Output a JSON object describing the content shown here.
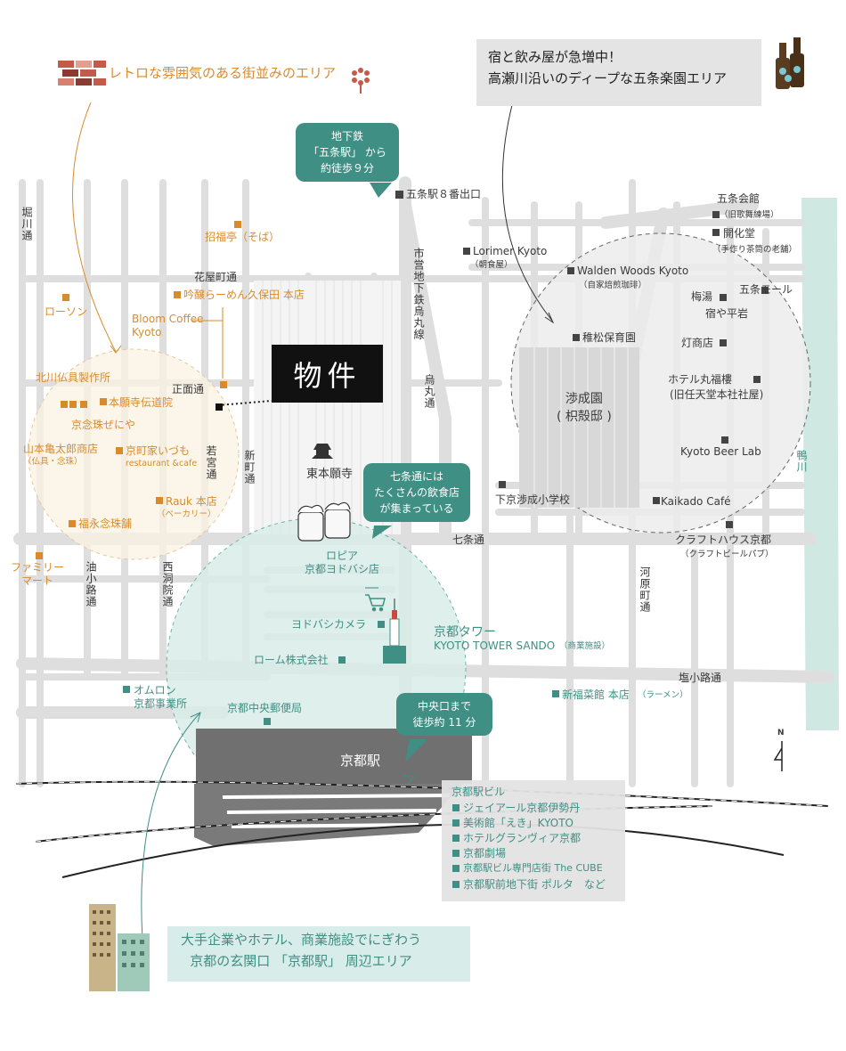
{
  "headers": {
    "retro_area": "レトロな雰囲気のある街並みのエリア",
    "gojo_area": "宿と飲み屋が急増中！\n高瀬川沿いのディープな五条楽園エリア",
    "station_area": "大手企業やホテル、商業施設でにぎわう\n京都の玄関口 「京都駅」 周辺エリア"
  },
  "callouts": {
    "gojo_walk": "地下鉄\n「五条駅」 から\n約徒歩９分",
    "shichijo": "七条通には\nたくさんの飲食店\nが集まっている",
    "chuo_walk": "中央口まで\n徒歩約 11 分"
  },
  "property_label": "物件",
  "streets": {
    "horikawa": "堀川通",
    "hanayacho": "花屋町通",
    "shomen": "正面通",
    "wakamiya": "若宮通",
    "shinmachi": "新町通",
    "shichijo": "七条通",
    "aburanokoji": "油小路通",
    "nishinotoin": "西洞院通",
    "karasuma_subway": "市営地下鉄烏丸線",
    "karasuma": "烏丸通",
    "kawaramachi": "河原町通",
    "shiokoji": "塩小路通",
    "kamogawa": "鴨川"
  },
  "places_orange": {
    "shofukutei": "招福亭（そば）",
    "ginrei": "吟醸らーめん久保田 本店",
    "bloom": "Bloom Coffee\nKyoto",
    "lawson": "ローソン",
    "kitagawa": "北川仏具製作所",
    "honganji_dendo": "本願寺伝道院",
    "keinen": "京念珠ぜにや",
    "yamamoto": "山本亀太郎商店",
    "yamamoto_sub": "（仏具・念珠）",
    "izumo": "京町家いづも",
    "izumo_sub": "restaurant &cafe",
    "rauk": "Rauk 本店",
    "rauk_sub": "（ベーカリー）",
    "fukunaga": "福永念珠舗",
    "familymart": "ファミリー\nマート"
  },
  "places_gray": {
    "gojo_exit": "五条駅８番出口",
    "lorimer": "Lorimer Kyoto",
    "lorimer_sub": "（朝食屋）",
    "walden": "Walden Woods Kyoto",
    "walden_sub": "（自家焙煎珈琲）",
    "gojo_kaikan": "五条会館",
    "gojo_kaikan_sub": "（旧歌舞練場）",
    "kaikado": "開化堂",
    "kaikado_sub": "（手作り茶筒の老舗）",
    "umeyu": "梅湯",
    "gojo_mall": "五条モール",
    "yado_hiraiwa": "宿や平岩",
    "chisho": "稚松保育園",
    "tomoshibi": "灯商店",
    "maruhukuro": "ホテル丸福樓",
    "maruhukuro_sub": "(旧任天堂本社社屋)",
    "shoseien": "渉成園\n( 枳殻邸 )",
    "beerlab": "Kyoto Beer Lab",
    "shimokyo": "下京渉成小学校",
    "kaikado_cafe": "Kaikado Café",
    "crafthouse": "クラフトハウス京都",
    "crafthouse_sub": "（クラフトビールパブ）",
    "higashihonganji": "東本願寺",
    "kyoto_station": "京都駅"
  },
  "places_teal": {
    "lopia": "ロピア\n京都ヨドバシ店",
    "yodobashi": "ヨドバシカメラ",
    "rohm": "ローム株式会社",
    "tower": "京都タワー",
    "tower_sando": "KYOTO TOWER SANDO",
    "tower_sando_sub": "（商業施設）",
    "omron": "オムロン\n京都事業所",
    "post": "京都中央郵便局",
    "shinpukusaikan": "新福菜館 本店",
    "shinpukusaikan_sub": "（ラーメン）"
  },
  "station_list": {
    "title": "京都駅ビル",
    "items": [
      "ジェイアール京都伊勢丹",
      "美術館「えき」KYOTO",
      "ホテルグランヴィア京都",
      "京都劇場",
      "京都駅ビル専門店街 The CUBE",
      "京都駅前地下街 ポルタ　など"
    ]
  },
  "compass": "N",
  "colors": {
    "road": "#dedede",
    "orange": "#d98b2b",
    "teal": "#3f8f84",
    "teal_light": "#d8ece9",
    "river": "#cfe8e2",
    "station": "#707070",
    "property_box": "#111111"
  }
}
